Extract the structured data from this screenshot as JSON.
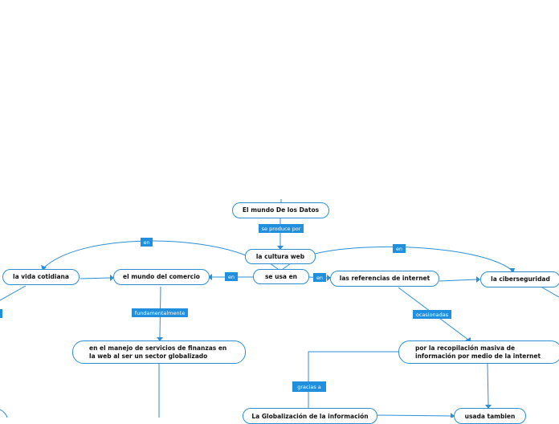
{
  "nodes": {
    "mundo_datos": "El mundo De los Datos",
    "cultura_web": "la cultura web",
    "se_usa_en": "se usa en",
    "vida_cotidiana": "la vida cotidiana",
    "mundo_comercio": "el mundo del comercio",
    "referencias_internet": "las referencias de internet",
    "ciberseguridad": "la ciberseguridad",
    "manejo_finanzas": "en el manejo de servicios de finanzas en la web al ser un sector globalizado",
    "recopilacion": "por la recopilación masiva de información por medio de la internet",
    "globalizacion": "La Globalización de la información",
    "usada_tambien": "usada tambien"
  },
  "labels": {
    "se_produce_por": "se produce por",
    "en_left": "en",
    "en_right_top": "en",
    "en_mid_left": "en",
    "en_mid_right": "en",
    "fundamentalmente": "fundamentalmente",
    "ocasionadas": "ocasionadas",
    "gracias_a": "gracias a"
  },
  "colors": {
    "accent": "#2b8fd6",
    "label_bg": "#1f8fde"
  }
}
